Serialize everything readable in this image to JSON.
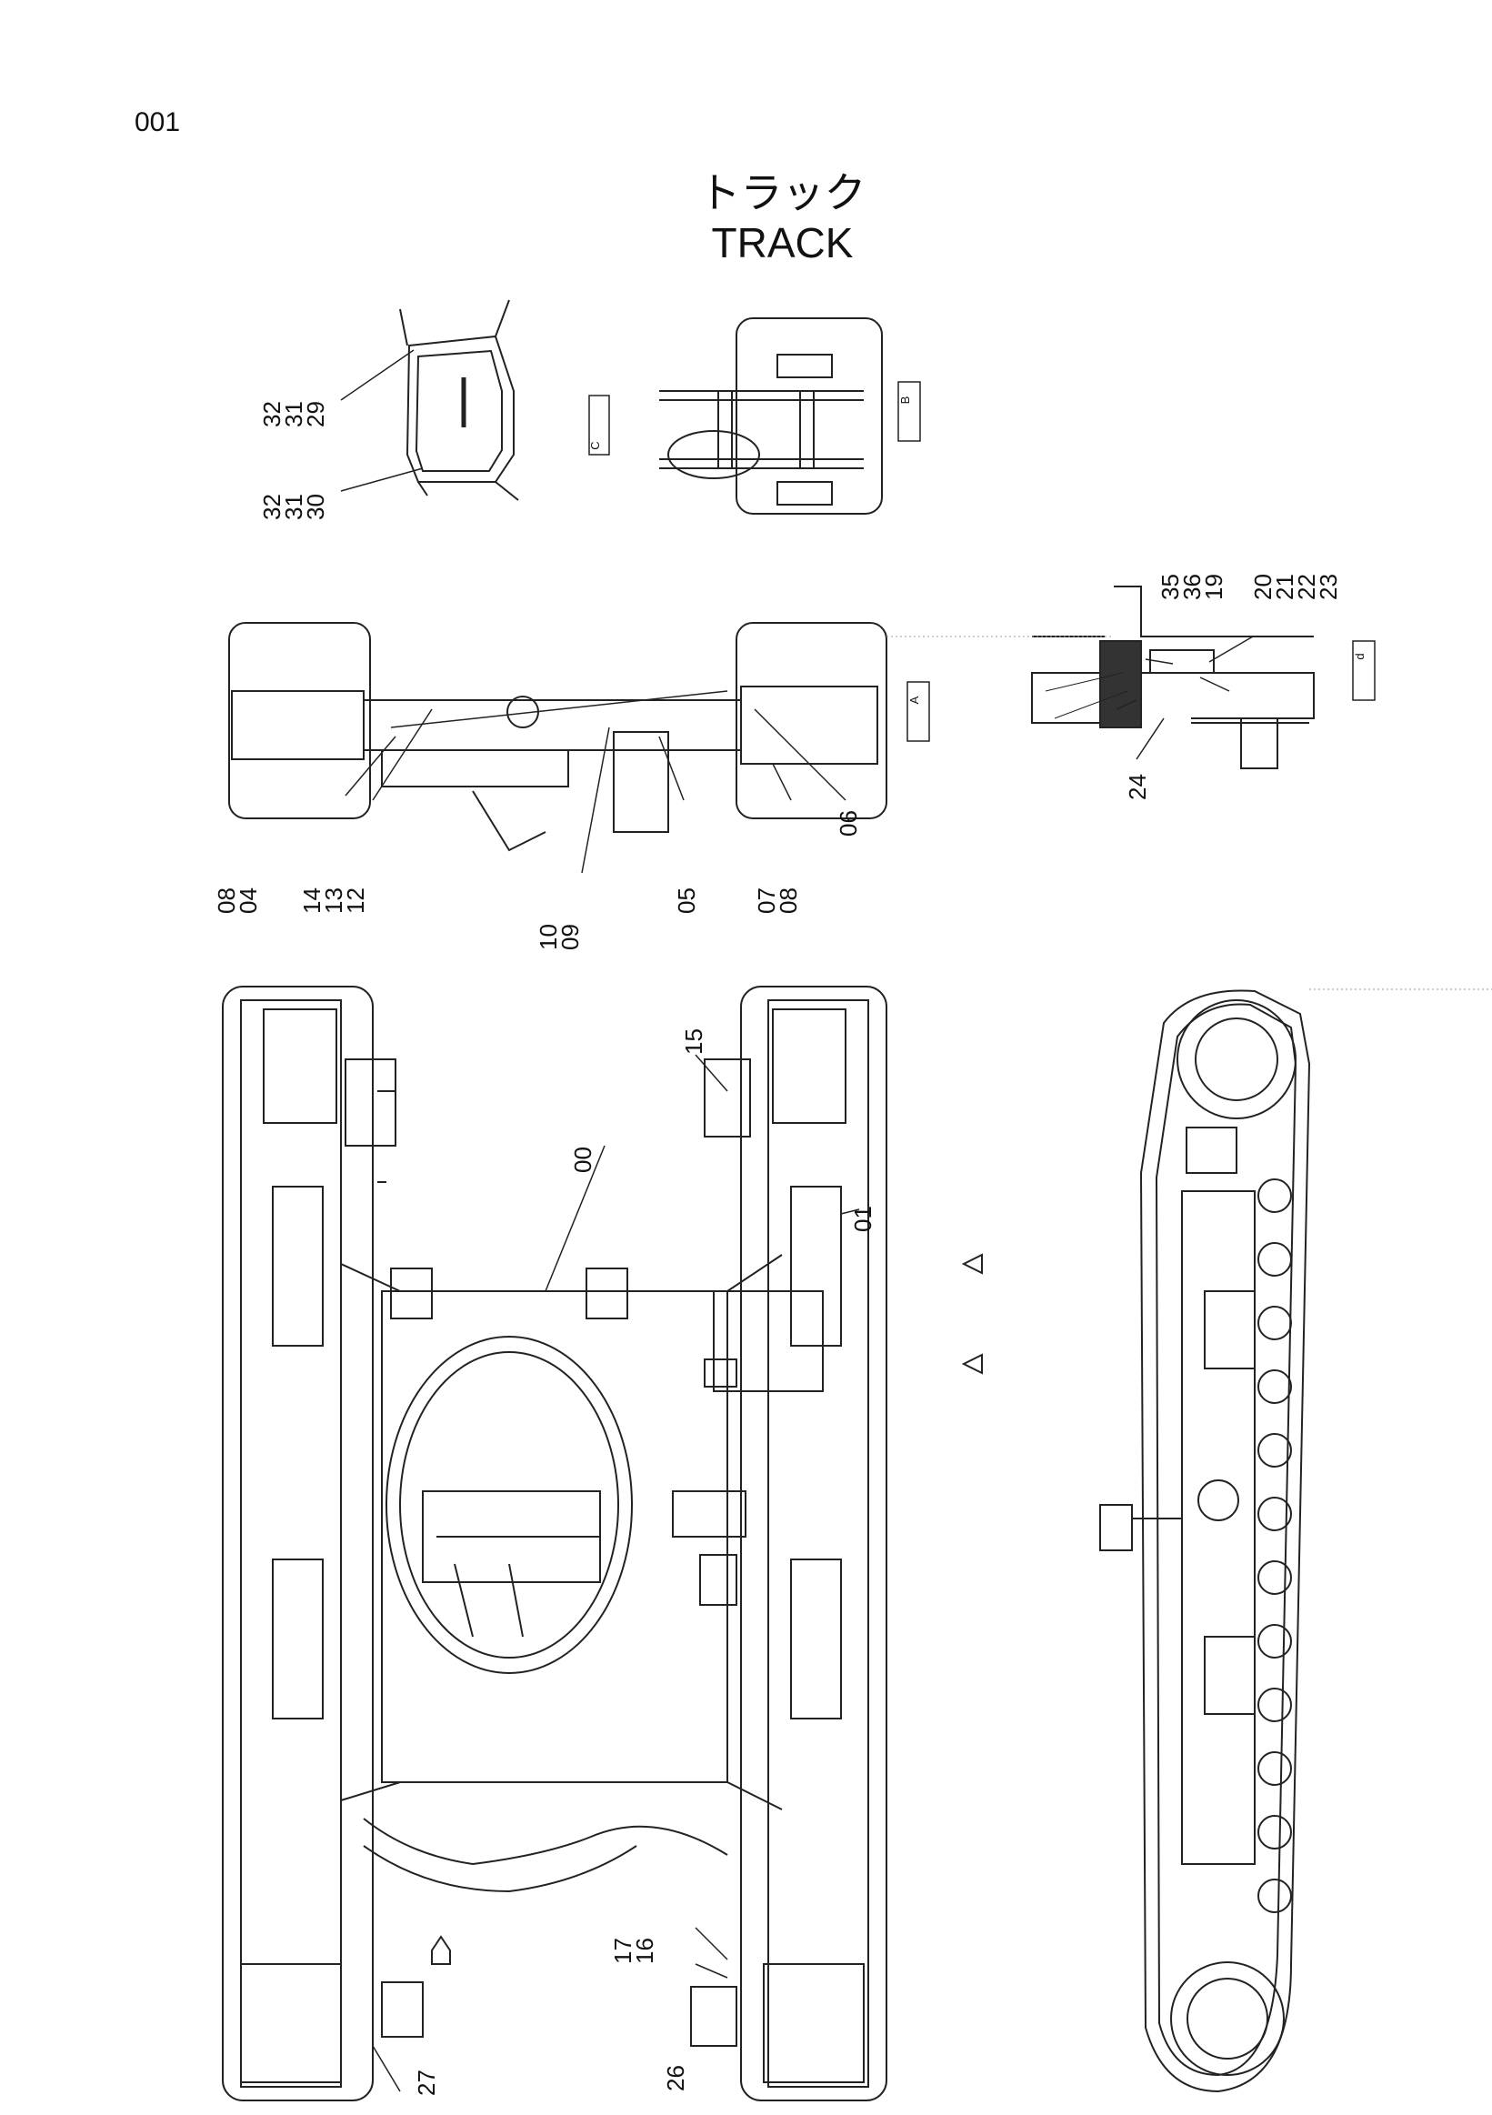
{
  "page_number": "001",
  "title_jp": "トラック",
  "title_en": "TRACK",
  "view_tags": {
    "c": "C",
    "b": "B",
    "a": "A",
    "d": "d"
  },
  "callouts": {
    "v29": "29",
    "v30": "30",
    "v31a": "31",
    "v31b": "31",
    "v32a": "32",
    "v32b": "32",
    "v35": "35",
    "v36": "36",
    "v19": "19",
    "v20": "20",
    "v21": "21",
    "v22": "22",
    "v23": "23",
    "v24": "24",
    "v08a": "08",
    "v04": "04",
    "v14": "14",
    "v13": "13",
    "v12": "12",
    "v10": "10",
    "v09": "09",
    "v05": "05",
    "v07": "07",
    "v08b": "08",
    "v06": "06",
    "v15": "15",
    "v00": "00",
    "v01": "01",
    "v17": "17",
    "v16": "16",
    "v26": "26",
    "v27": "27"
  }
}
